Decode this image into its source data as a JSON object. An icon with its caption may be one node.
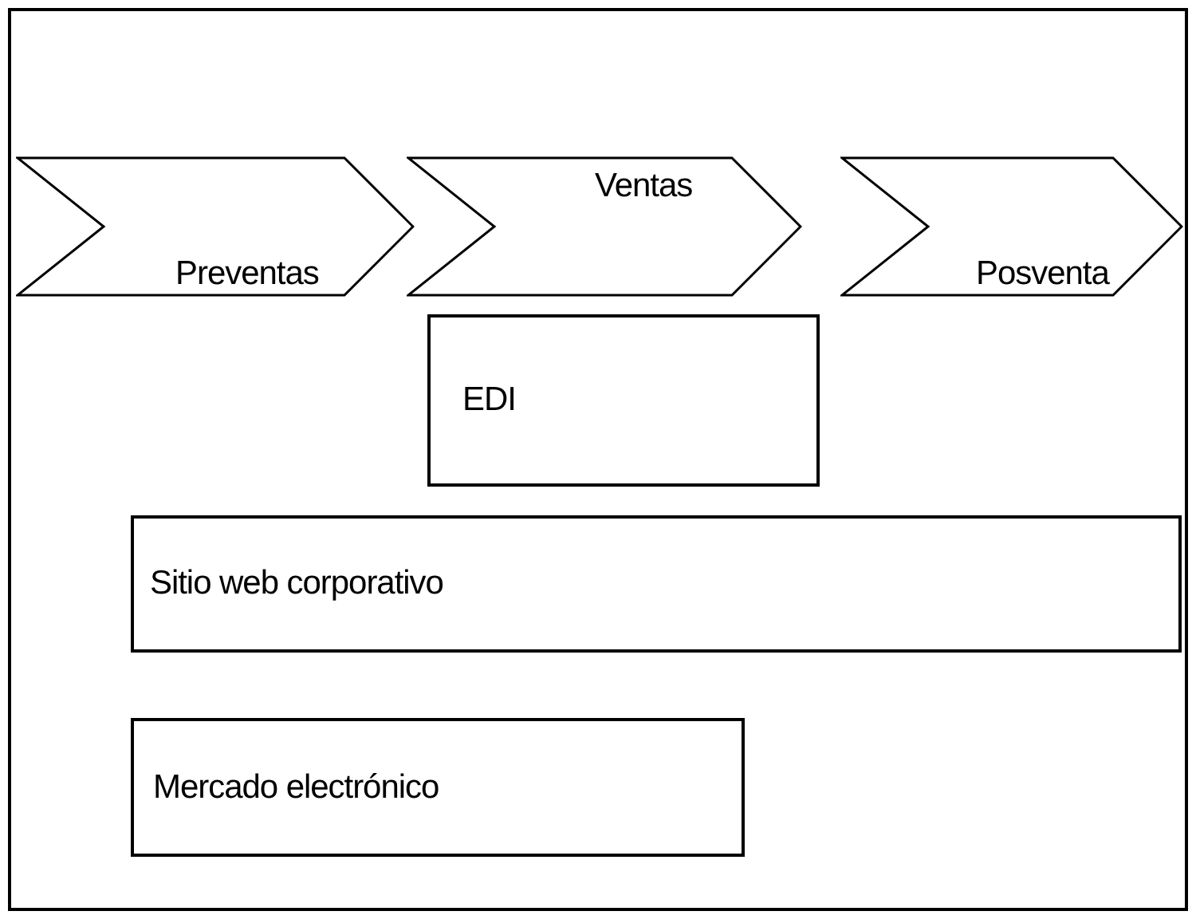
{
  "diagram": {
    "nodes": [
      {
        "text": [
          "Preventas"
        ]
      },
      {
        "text": [
          "Ventas"
        ]
      },
      {
        "text": [
          "Posventa"
        ]
      },
      {
        "text": [
          "EDI"
        ]
      },
      {
        "text": [
          "Sitio web corporativo"
        ]
      },
      {
        "text": [
          "Mercado electrónico"
        ]
      }
    ]
  }
}
